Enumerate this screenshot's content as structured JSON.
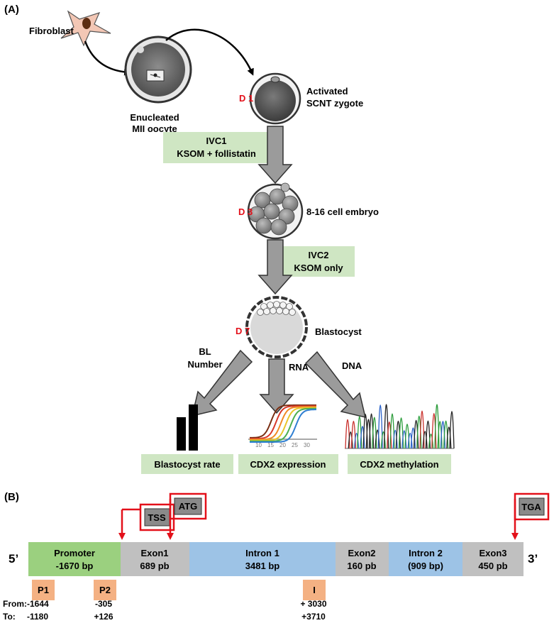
{
  "panel_a": {
    "label": "(A)",
    "fibroblast": "Fibroblast",
    "oocyte": [
      "Enucleated",
      "MII oocyte"
    ],
    "zygote": [
      "Activated",
      "SCNT zygote"
    ],
    "day1": "D 1",
    "ivc1": [
      "IVC1",
      "KSOM + follistatin"
    ],
    "day3": "D 3",
    "embryo": "8-16 cell embryo",
    "ivc2": [
      "IVC2",
      "KSOM only"
    ],
    "day7": "D 7",
    "blastocyst": "Blastocyst",
    "branch_bl": [
      "BL",
      "Number"
    ],
    "branch_rna": "RNA",
    "branch_dna": "DNA",
    "out_rate": "Blastocyst rate",
    "out_expr": "CDX2 expression",
    "out_meth": "CDX2 methylation",
    "curve_ticks": [
      "10",
      "15",
      "20",
      "25",
      "30"
    ],
    "colors": {
      "green_box": "#cfe6c3",
      "arrow_grey": "#9b9b9b",
      "red": "#e3101a"
    }
  },
  "panel_b": {
    "label": "(B)",
    "end5": "5’",
    "end3": "3’",
    "promoter": [
      "Promoter",
      "-1670 bp"
    ],
    "exon1": [
      "Exon1",
      "689 pb"
    ],
    "intron1": [
      "Intron 1",
      "3481 bp"
    ],
    "exon2": [
      "Exon2",
      "160 pb"
    ],
    "intron2": [
      "Intron 2",
      "(909 bp)"
    ],
    "exon3": [
      "Exon3",
      "450 pb"
    ],
    "tss": "TSS",
    "atg": "ATG",
    "tga": "TGA",
    "p1": "P1",
    "p2": "P2",
    "p3": "I",
    "from_label": "From:",
    "to_label": "To:",
    "p1_from": "-1644",
    "p1_to": "-1180",
    "p2_from": "-305",
    "p2_to": "+126",
    "p3_from": "+ 3030",
    "p3_to": "+3710",
    "colors": {
      "promoter": "#9bd07f",
      "exon": "#c0c0c0",
      "intron": "#9dc3e6",
      "primer": "#f4b183"
    }
  }
}
